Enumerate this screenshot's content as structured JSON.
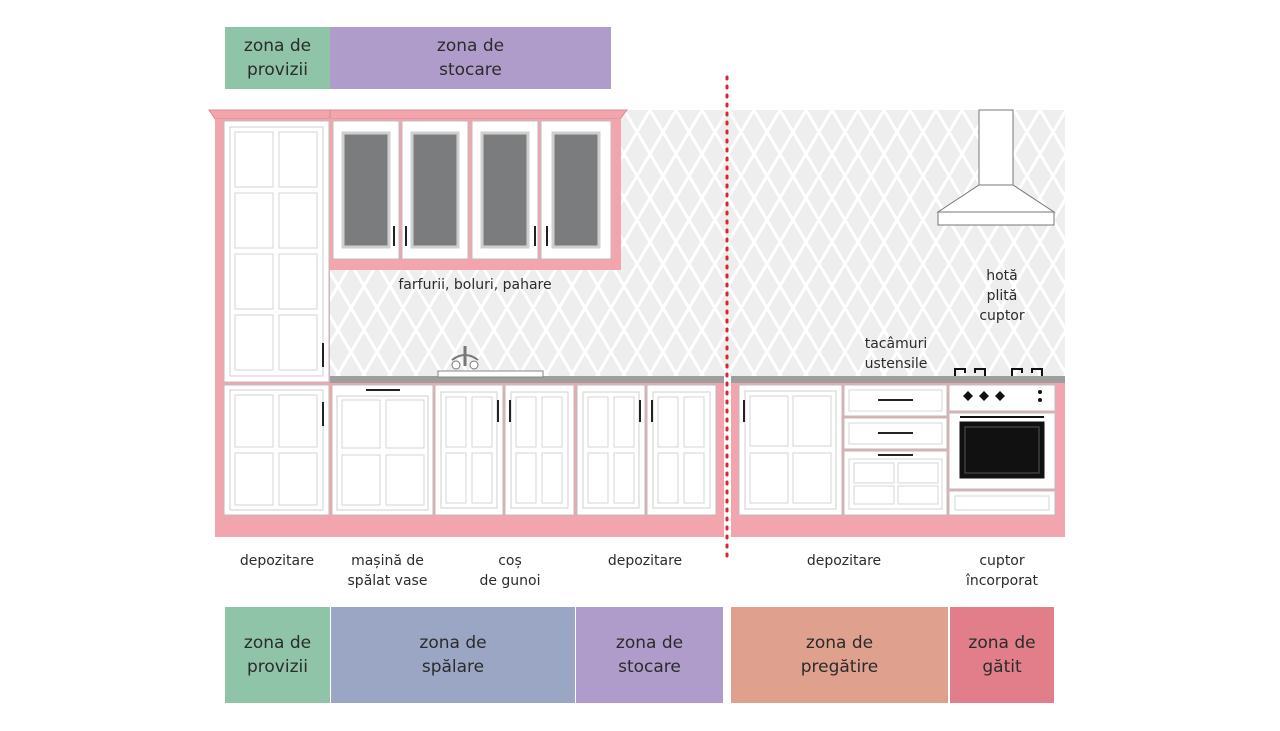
{
  "top_zones": [
    {
      "line1": "zona de",
      "line2": "provizii",
      "color": "#8fc4a8"
    },
    {
      "line1": "zona de",
      "line2": "stocare",
      "color": "#b09ccb"
    }
  ],
  "bottom_zones": [
    {
      "line1": "zona de",
      "line2": "provizii",
      "color": "#8fc4a8"
    },
    {
      "line1": "zona de",
      "line2": "spălare",
      "color": "#9aa6c4"
    },
    {
      "line1": "zona de",
      "line2": "stocare",
      "color": "#b09ccb"
    },
    {
      "line1": "zona de",
      "line2": "pregătire",
      "color": "#dfa08e"
    },
    {
      "line1": "zona de",
      "line2": "gătit",
      "color": "#e27e89"
    }
  ],
  "upper_labels": {
    "dishes": "farfurii, boluri, pahare",
    "cutlery_1": "tacâmuri",
    "cutlery_2": "ustensile",
    "hood": "hotă",
    "hob": "plită",
    "oven": "cuptor"
  },
  "bottom_labels": [
    {
      "line1": "depozitare",
      "line2": ""
    },
    {
      "line1": "mașină de",
      "line2": "spălat vase"
    },
    {
      "line1": "coș",
      "line2": "de gunoi"
    },
    {
      "line1": "depozitare",
      "line2": ""
    },
    {
      "line1": "depozitare",
      "line2": ""
    },
    {
      "line1": "cuptor",
      "line2": "încorporat"
    }
  ],
  "colors": {
    "cabinet_pink": "#f2a5ad",
    "divider_red": "#d8262f",
    "glass_gray": "#7b7c7e",
    "countertop": "#9e9e9e",
    "backsplash": "#ededed"
  }
}
